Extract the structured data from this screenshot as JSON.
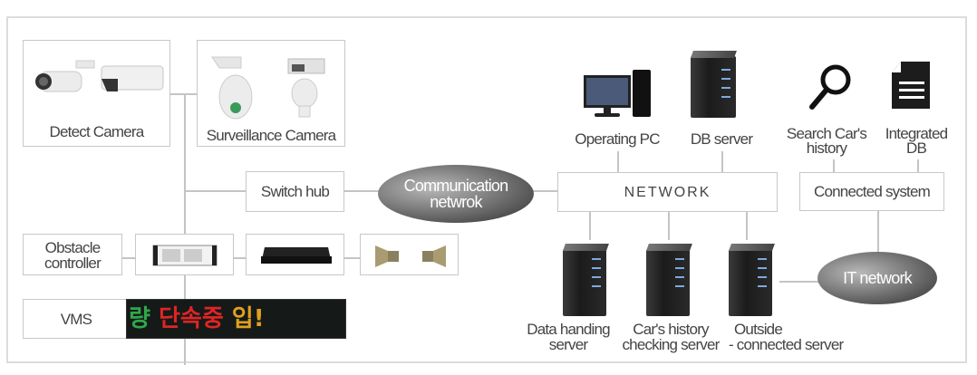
{
  "diagram": {
    "left_section": {
      "detect_camera": {
        "label": "Detect Camera",
        "icon": "bullet-and-box-camera-icon"
      },
      "surveillance_camera": {
        "label": "Surveillance Camera",
        "icon": "ptz-dome-camera-icon"
      },
      "switch_hub": {
        "label": "Switch hub"
      },
      "obstacle_controller": {
        "label_line1": "Obstacle",
        "label_line2": "controller"
      },
      "controller_unit": {
        "icon": "rack-controller-icon"
      },
      "amplifier": {
        "icon": "amplifier-icon"
      },
      "speakers": {
        "icon": "horn-speaker-icon"
      },
      "vms": {
        "label": "VMS",
        "display_segments": [
          {
            "text": "량",
            "color": "#2ea84a"
          },
          {
            "text": " 단속중 ",
            "color": "#e02424"
          },
          {
            "text": "입!",
            "color": "#e0a020"
          }
        ]
      }
    },
    "communication_network": {
      "line1": "Communication",
      "line2": "netwrok"
    },
    "network": {
      "label": "NETWORK"
    },
    "top_devices": {
      "operating_pc": {
        "label": "Operating PC",
        "icon": "desktop-pc-icon"
      },
      "db_server": {
        "label": "DB server",
        "icon": "server-tower-icon"
      }
    },
    "bottom_servers": [
      {
        "line1": "Data handing",
        "line2": "server"
      },
      {
        "line1": "Car's history",
        "line2": "checking server"
      },
      {
        "line1": "Outside",
        "line2": "- connected server"
      }
    ],
    "connected_system": {
      "label": "Connected system",
      "search": {
        "line1": "Search Car's",
        "line2": "history",
        "icon": "magnifier-icon"
      },
      "integrated_db": {
        "line1": "Integrated",
        "line2": "DB",
        "icon": "document-icon"
      }
    },
    "it_network": {
      "label": "IT network"
    }
  }
}
